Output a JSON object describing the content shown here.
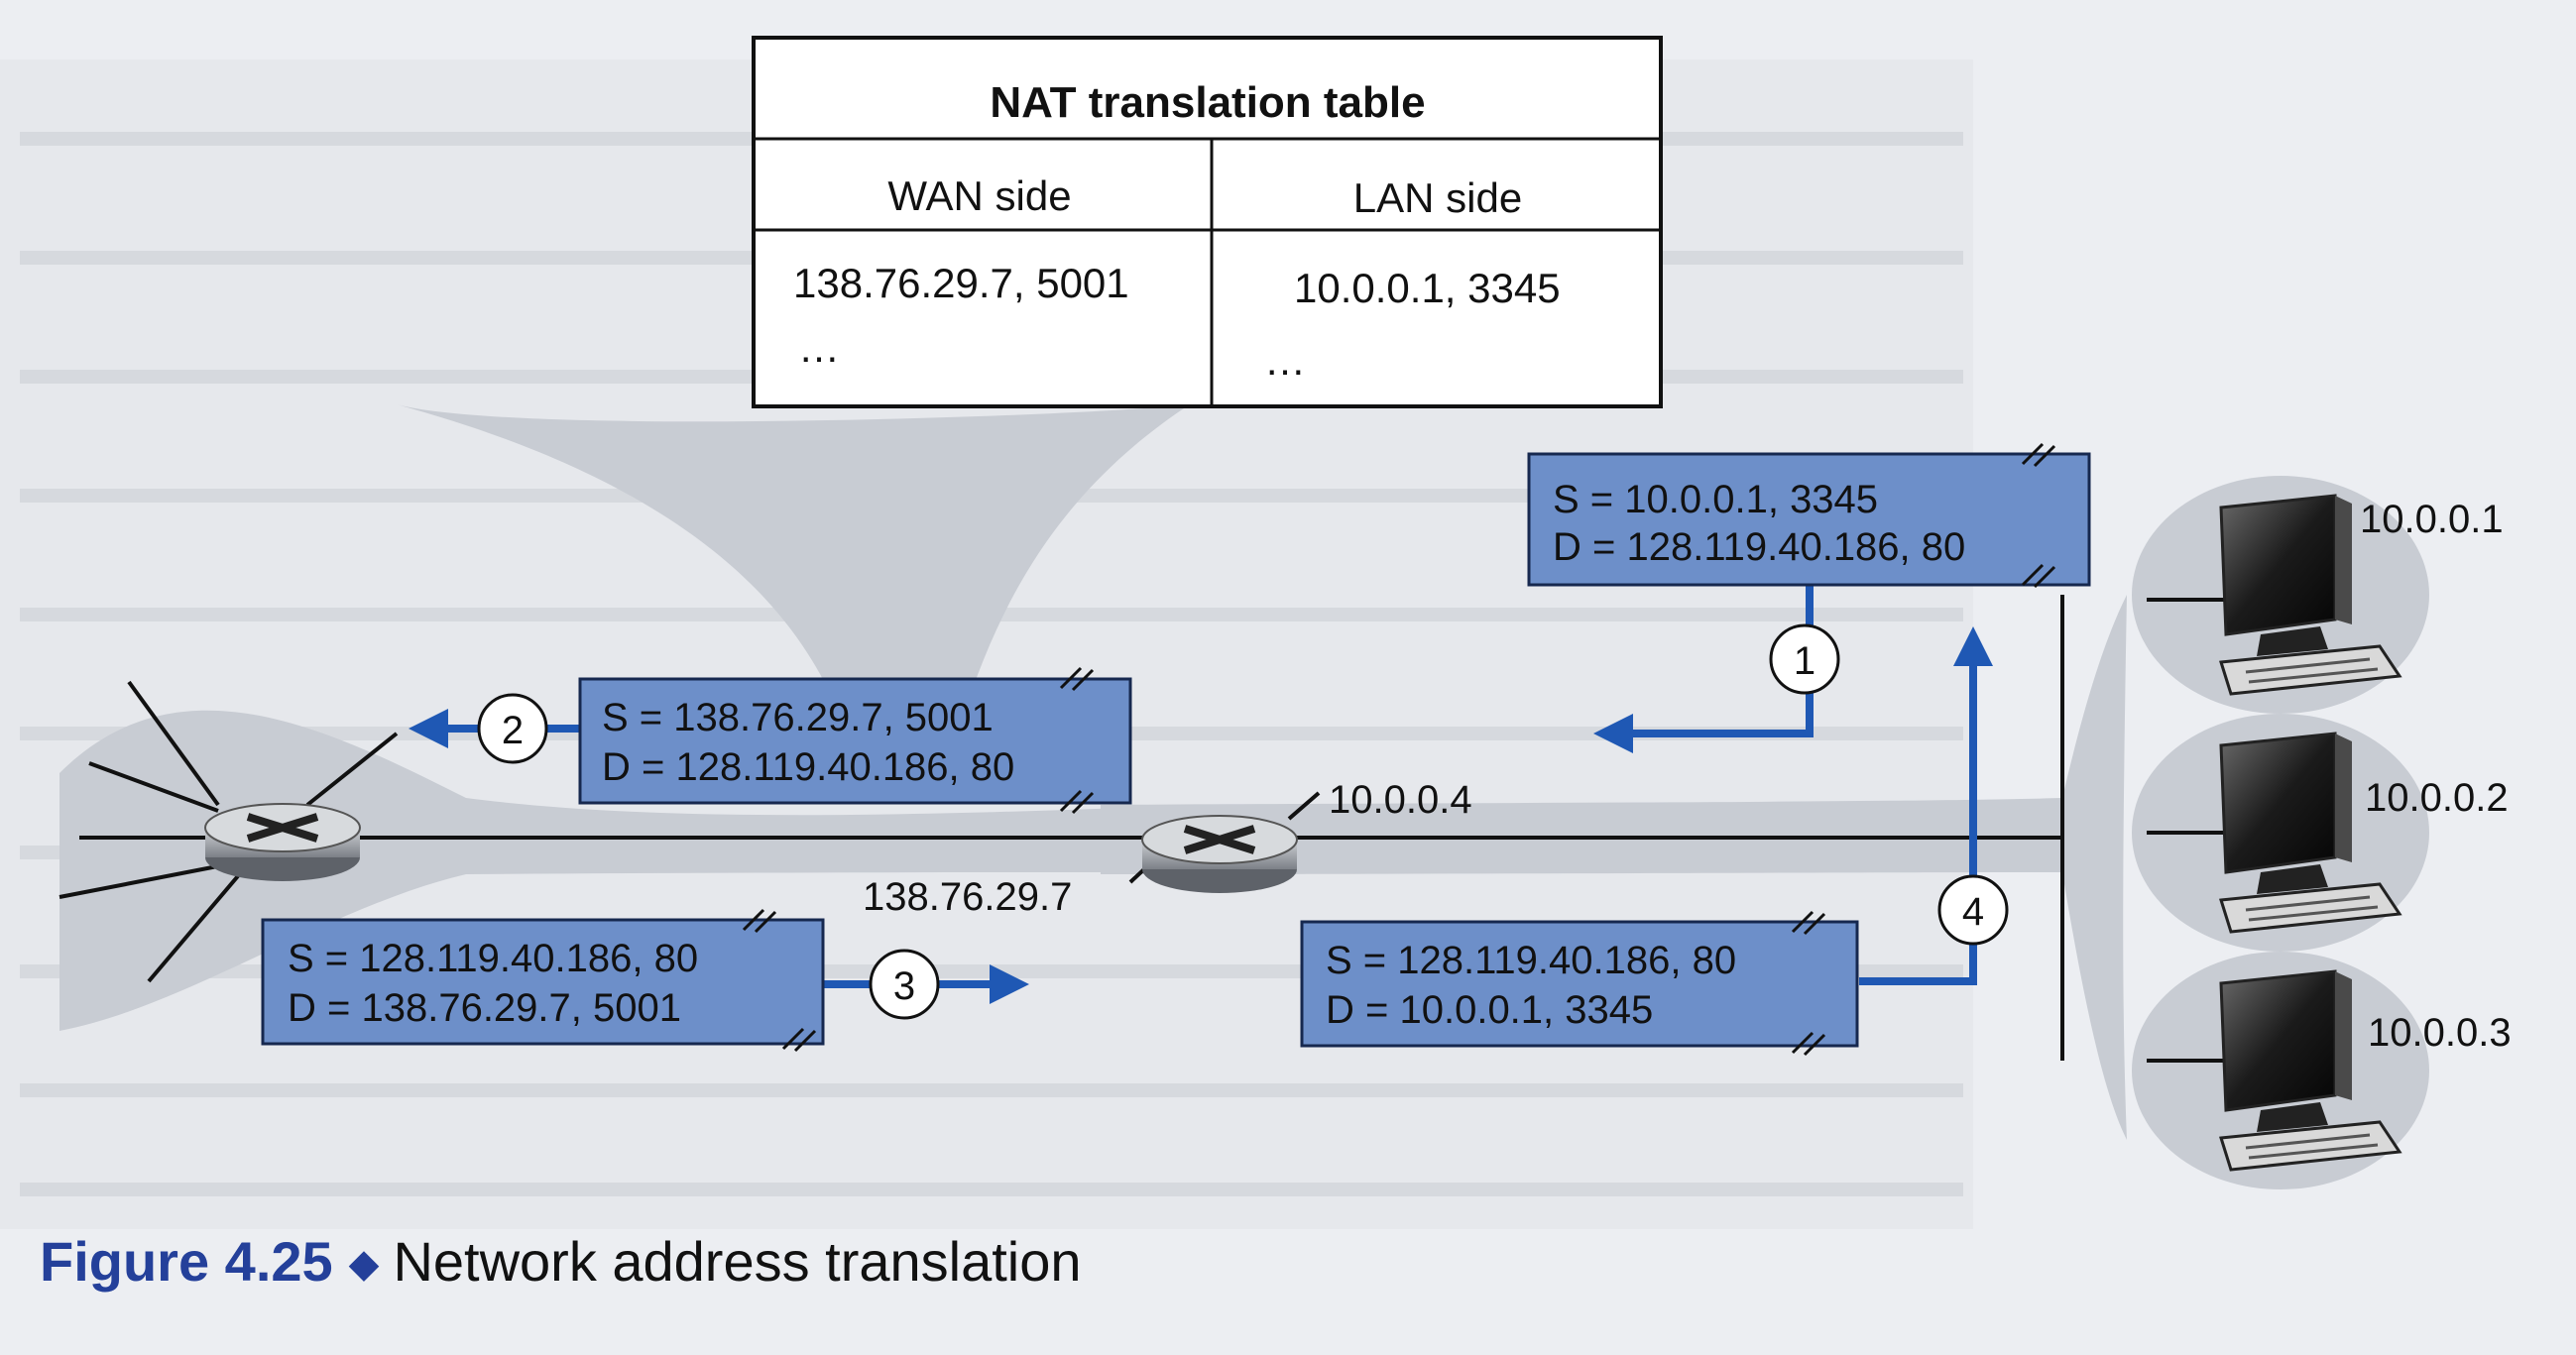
{
  "nat_table": {
    "title": "NAT translation table",
    "headers": [
      "WAN side",
      "LAN side"
    ],
    "rows": [
      [
        "138.76.29.7, 5001",
        "10.0.0.1, 3345"
      ],
      [
        "…",
        "…"
      ]
    ]
  },
  "datagrams": {
    "d1": {
      "src": "S = 10.0.0.1, 3345",
      "dst": "D = 128.119.40.186, 80",
      "step": "1"
    },
    "d2": {
      "src": "S = 138.76.29.7, 5001",
      "dst": "D = 128.119.40.186, 80",
      "step": "2"
    },
    "d3": {
      "src": "S = 128.119.40.186, 80",
      "dst": "D = 138.76.29.7, 5001",
      "step": "3"
    },
    "d4": {
      "src": "S = 128.119.40.186, 80",
      "dst": "D = 10.0.0.1, 3345",
      "step": "4"
    }
  },
  "addresses": {
    "nat_lan": "10.0.0.4",
    "nat_wan": "138.76.29.7",
    "host1": "10.0.0.1",
    "host2": "10.0.0.2",
    "host3": "10.0.0.3"
  },
  "caption": {
    "number": "Figure 4.25",
    "text": "Network address translation"
  },
  "colors": {
    "box_fill": "#6d8fc9",
    "arrow": "#1f58b4",
    "network_gray": "#c8ccd3",
    "caption_blue": "#24409a"
  }
}
